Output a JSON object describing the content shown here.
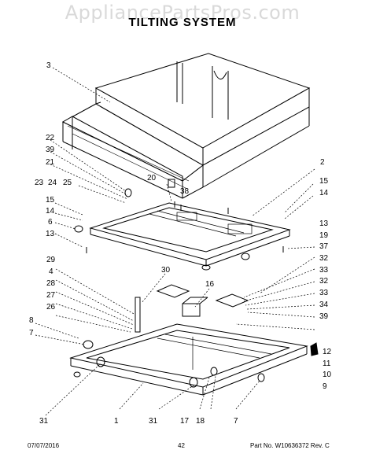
{
  "watermark": "AppliancePartsPros.com",
  "title": "TILTING SYSTEM",
  "parts": {
    "p3": "3",
    "p22": "22",
    "p39a": "39",
    "p21": "21",
    "p23": "23",
    "p24": "24",
    "p25": "25",
    "p20": "20",
    "p38": "38",
    "p2": "2",
    "p15a": "15",
    "p14a": "14",
    "p15b": "15",
    "p14b": "14",
    "p6": "6",
    "p13a": "13",
    "p13b": "13",
    "p19": "19",
    "p37": "37",
    "p32a": "32",
    "p33a": "33",
    "p32b": "32",
    "p33b": "33",
    "p34": "34",
    "p39b": "39",
    "p29": "29",
    "p30": "30",
    "p4": "4",
    "p28": "28",
    "p16": "16",
    "p27": "27",
    "p26": "26",
    "p8": "8",
    "p7a": "7",
    "p12": "12",
    "p11": "11",
    "p10": "10",
    "p9": "9",
    "p31a": "31",
    "p1": "1",
    "p31b": "31",
    "p17": "17",
    "p18": "18",
    "p7b": "7"
  },
  "footer": {
    "date": "07/07/2016",
    "page": "42",
    "part_no": "Part No.  W10636372  Rev.  C"
  }
}
